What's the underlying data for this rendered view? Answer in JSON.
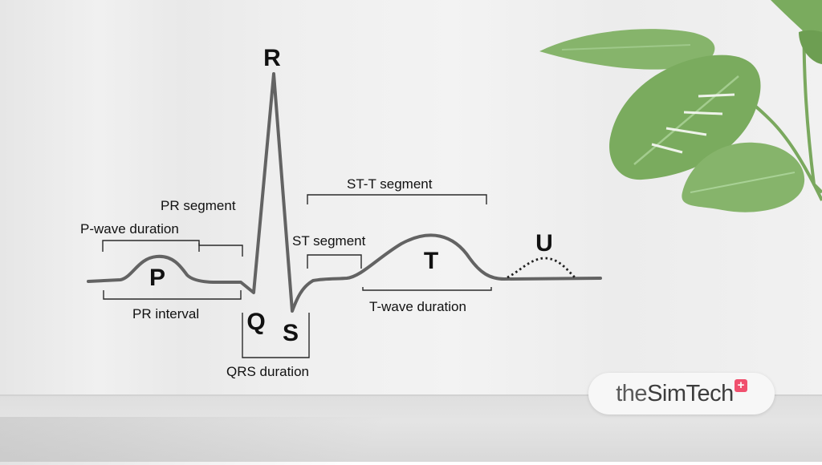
{
  "ecg": {
    "waves": {
      "p": "P",
      "q": "Q",
      "r": "R",
      "s": "S",
      "t": "T",
      "u": "U"
    },
    "intervals": {
      "p_wave_duration": "P-wave duration",
      "pr_segment": "PR segment",
      "pr_interval": "PR interval",
      "qrs_duration": "QRS duration",
      "st_segment": "ST segment",
      "st_t_segment": "ST-T segment",
      "t_wave_duration": "T-wave duration"
    }
  },
  "brand": {
    "the": "the",
    "name": "SimTech",
    "plus": "+"
  },
  "colors": {
    "trace": "#606060",
    "text": "#111111",
    "leaf": "#7bab61",
    "brand_accent": "#f0506e"
  }
}
